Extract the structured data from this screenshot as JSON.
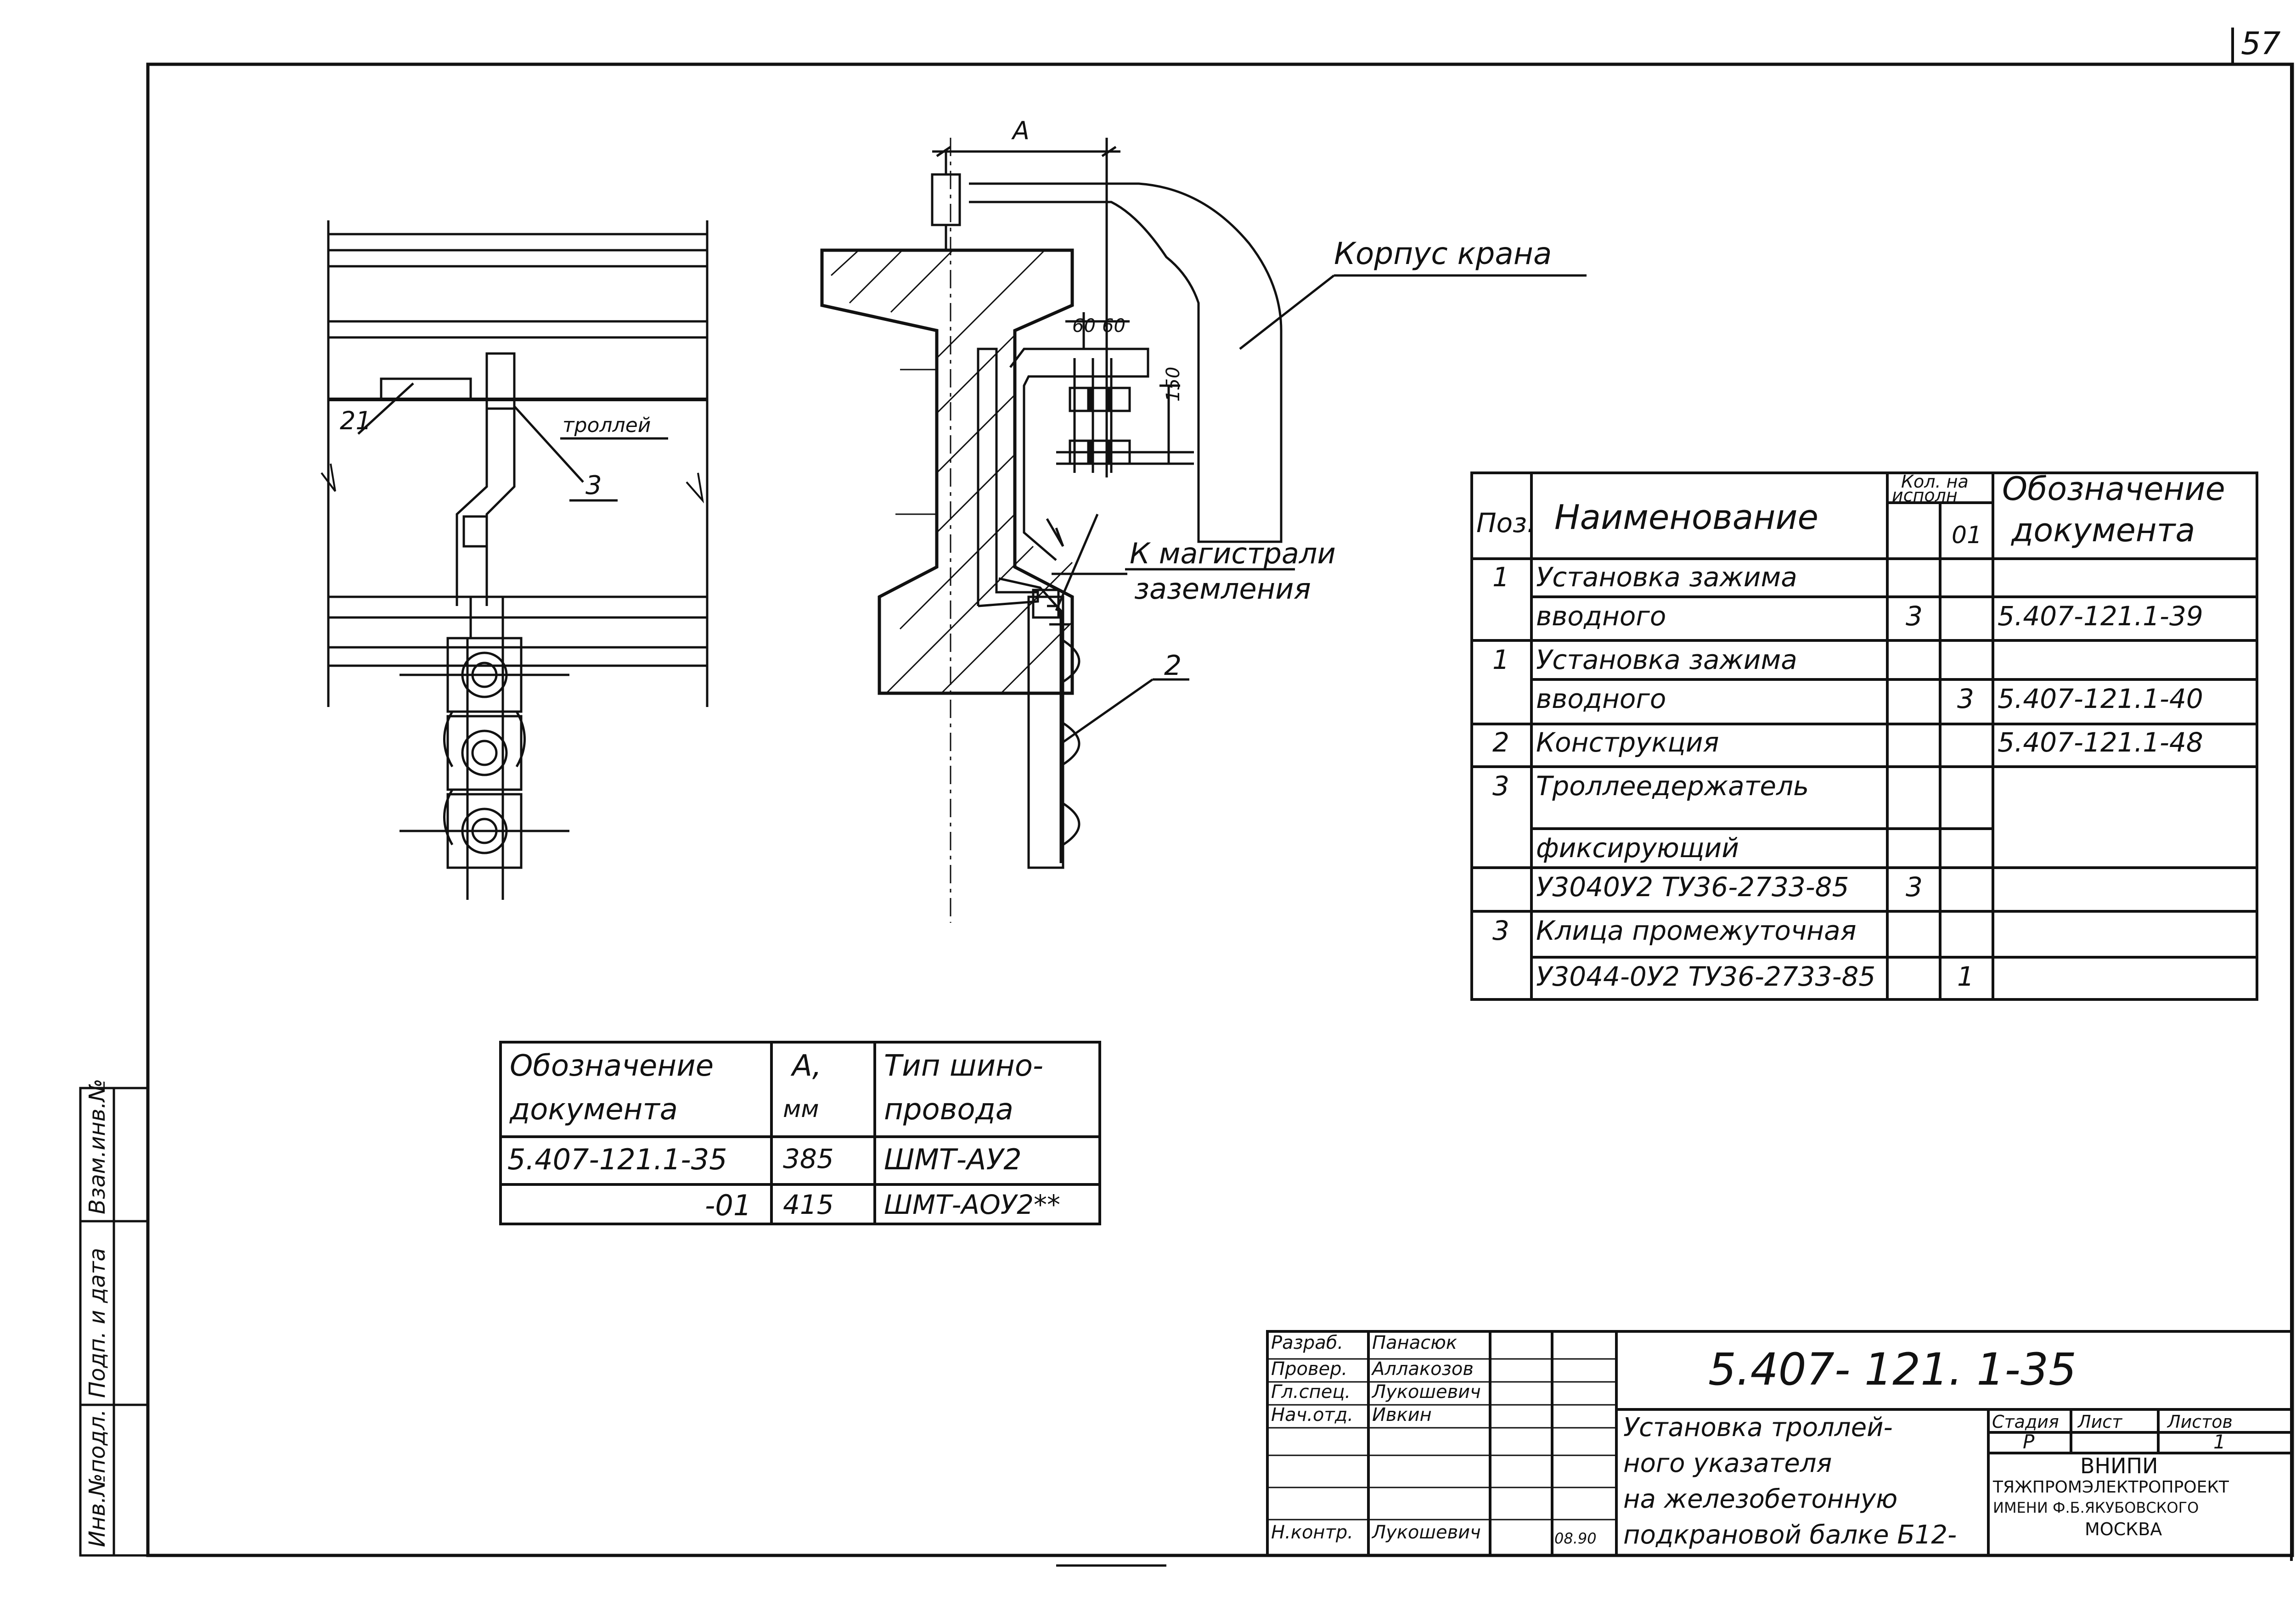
{
  "sheet_number": "57",
  "drawing": {
    "callouts": {
      "crane_body": "Корпус крана",
      "grounding": [
        "К магистрали",
        "заземления"
      ],
      "trolley": "троллей",
      "pos_21": "21",
      "pos_3": "3",
      "pos_2": "2",
      "dim_A": "А",
      "dim_60a": "60",
      "dim_60b": "60",
      "dim_150": "150"
    }
  },
  "spec_table": {
    "headers": {
      "pos": "Поз.",
      "name": "Наименование",
      "qty_top": "Кол. на",
      "qty_mid": "исполн",
      "qty_01": "01",
      "designation": [
        "Обозначение",
        "документа"
      ]
    },
    "rows": [
      {
        "pos": "1",
        "name": "Установка зажима",
        "q1": "",
        "q2": "",
        "doc": ""
      },
      {
        "pos": "",
        "name": "вводного",
        "q1": "3",
        "q2": "",
        "doc": "5.407-121.1-39"
      },
      {
        "pos": "1",
        "name": "Установка зажима",
        "q1": "",
        "q2": "",
        "doc": ""
      },
      {
        "pos": "",
        "name": "вводного",
        "q1": "",
        "q2": "3",
        "doc": "5.407-121.1-40"
      },
      {
        "pos": "2",
        "name": "Конструкция",
        "q1": "",
        "q2": "",
        "doc": "5.407-121.1-48"
      },
      {
        "pos": "3",
        "name": "Троллеедержатель",
        "q1": "",
        "q2": "",
        "doc": ""
      },
      {
        "pos": "",
        "name": "фиксирующий",
        "q1": "",
        "q2": "",
        "doc": ""
      },
      {
        "pos": "",
        "name": "У3040У2 ТУ36-2733-85",
        "q1": "3",
        "q2": "",
        "doc": ""
      },
      {
        "pos": "3",
        "name": "Клица промежуточная",
        "q1": "",
        "q2": "",
        "doc": ""
      },
      {
        "pos": "",
        "name": "У3044-0У2 ТУ36-2733-85",
        "q1": "",
        "q2": "1",
        "doc": ""
      }
    ]
  },
  "variant_table": {
    "headers": {
      "doc": [
        "Обозначение",
        "документа"
      ],
      "a": [
        "А,",
        "мм"
      ],
      "type": [
        "Тип шино-",
        "провода"
      ]
    },
    "rows": [
      {
        "doc": "5.407-121.1-35",
        "a": "385",
        "type": "ШМТ-АУ2"
      },
      {
        "doc": "-01",
        "a": "415",
        "type": "ШМТ-АОУ2**"
      }
    ]
  },
  "side_stamp": [
    "Инв.№подл.",
    "Подп. и дата",
    "Взам.инв.№"
  ],
  "title_block": {
    "code": "5.407- 121. 1-35",
    "title": [
      "Установка троллей-",
      "ного указателя",
      "на железобетонную",
      "подкрановой балке Б12-"
    ],
    "people": [
      {
        "role": "Разраб.",
        "name": "Панасюк"
      },
      {
        "role": "Провер.",
        "name": "Аллакозов"
      },
      {
        "role": "Гл.спец.",
        "name": "Лукошевич"
      },
      {
        "role": "Нач.отд.",
        "name": "Ивкин"
      },
      {
        "role": "",
        "name": ""
      },
      {
        "role": "",
        "name": ""
      },
      {
        "role": "Н.контр.",
        "name": "Лукошевич"
      }
    ],
    "date": "08.90",
    "stage_label": "Стадия",
    "sheet_label": "Лист",
    "sheets_label": "Листов",
    "stage": "Р",
    "sheets": "1",
    "org": [
      "ВНИПИ",
      "ТЯЖПРОМЭЛЕКТРОПРОЕКТ",
      "ИМЕНИ Ф.Б.ЯКУБОВСКОГО",
      "МОСКВА"
    ]
  }
}
